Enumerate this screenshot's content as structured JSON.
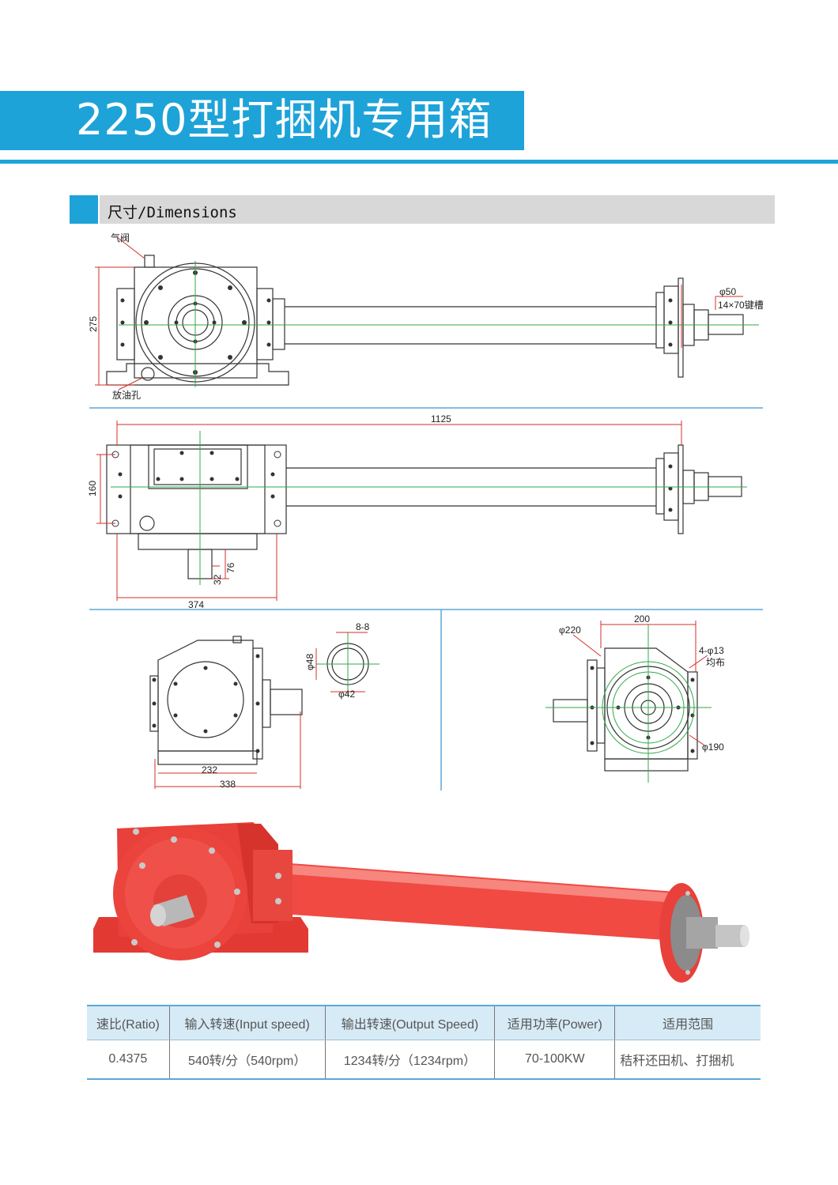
{
  "header": {
    "title": "2250型打捆机专用箱"
  },
  "section": {
    "label": "尺寸/Dimensions"
  },
  "drawing": {
    "labels": {
      "air_valve": "气阀",
      "drain_hole": "放油孔",
      "dim_275": "275",
      "dia_50": "φ50",
      "keyway": "14×70键槽",
      "dim_1125": "1125",
      "dim_160": "160",
      "dim_374": "374",
      "dim_32": "32",
      "dim_76": "76",
      "spline": "8-8",
      "dia_48": "φ48",
      "dia_42": "φ42",
      "dim_232": "232",
      "dim_338": "338",
      "dim_200": "200",
      "dia_220": "φ220",
      "holes": "4-φ13",
      "evenly": "均布",
      "dia_190": "φ190"
    },
    "colors": {
      "accent": "#1ea3d8",
      "housing_red": "#e8403a",
      "shaft_red": "#f04a43"
    }
  },
  "table": {
    "headers": [
      "速比(Ratio)",
      "输入转速(Input speed)",
      "输出转速(Output Speed)",
      "适用功率(Power)",
      "适用范围"
    ],
    "rows": [
      [
        "0.4375",
        "540转/分（540rpm）",
        "1234转/分（1234rpm）",
        "70-100KW",
        "秸秆还田机、打捆机"
      ]
    ]
  }
}
